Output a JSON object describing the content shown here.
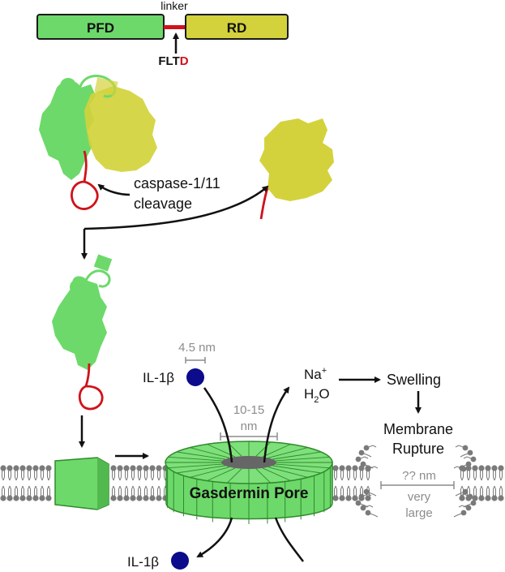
{
  "domain_bar": {
    "linker_label": "linker",
    "pfd_label": "PFD",
    "rd_label": "RD",
    "motif_prefix": "FLT",
    "motif_cleavage": "D"
  },
  "cleavage": {
    "enzyme_label": "caspase-1/11",
    "action_label": "cleavage"
  },
  "pore": {
    "title": "Gasdermin Pore",
    "il1b_size": "4.5 nm",
    "il1b_label_top": "IL-1β",
    "il1b_label_bottom": "IL-1β",
    "pore_diameter_line1": "10-15",
    "pore_diameter_line2": "nm"
  },
  "ions": {
    "sodium_base": "Na",
    "sodium_sup": "+",
    "water_base": "H",
    "water_sub": "2",
    "water_end": "O"
  },
  "outcome": {
    "swelling": "Swelling",
    "rupture_line1": "Membrane",
    "rupture_line2": "Rupture",
    "gap_size": "?? nm",
    "gap_desc_line1": "very",
    "gap_desc_line2": "large"
  },
  "colors": {
    "pfd_green": "#6dd96a",
    "pfd_stroke": "#2f8a2c",
    "rd_yellow": "#d3d23c",
    "linker_red": "#d0121a",
    "il1b_blue": "#0b0b8c",
    "membrane_gray": "#7a7a7a",
    "dim_gray": "#8c8c8c"
  }
}
